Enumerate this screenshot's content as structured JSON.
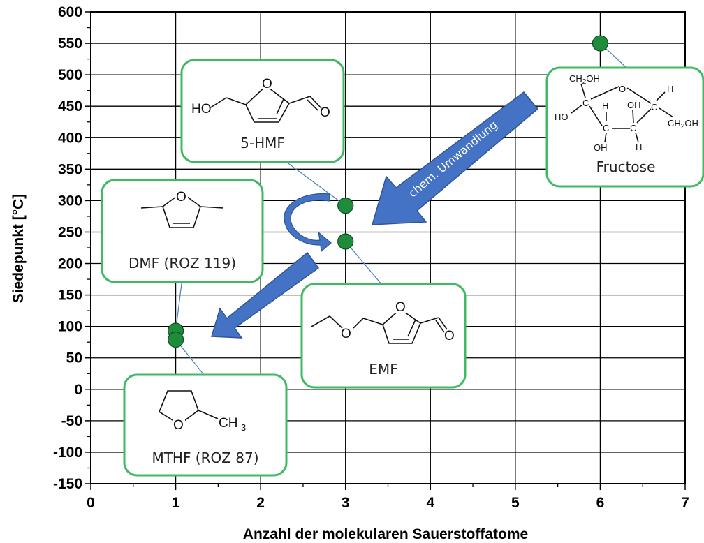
{
  "chart_data": {
    "type": "scatter",
    "xlabel": "Anzahl der molekularen Sauerstoffatome",
    "ylabel": "Siedepunkt [°C]",
    "xlim": [
      0,
      7
    ],
    "ylim": [
      -150,
      600
    ],
    "x_ticks": [
      0,
      1,
      2,
      3,
      4,
      5,
      6,
      7
    ],
    "y_ticks": [
      -150,
      -100,
      -50,
      0,
      50,
      100,
      150,
      200,
      250,
      300,
      350,
      400,
      450,
      500,
      550,
      600
    ],
    "grid": true,
    "marker_color": "#1e8c3a",
    "box_border_color": "#3fba62",
    "arrow_color": "#4472c4",
    "connector_color": "#4a7fc0",
    "points": [
      {
        "label": "Fructose",
        "x": 6,
        "y": 550
      },
      {
        "label": "5-HMF",
        "x": 3,
        "y": 292
      },
      {
        "label": "EMF",
        "x": 3,
        "y": 235
      },
      {
        "label": "DMF (ROZ 119)",
        "x": 1,
        "y": 93
      },
      {
        "label": "MTHF (ROZ 87)",
        "x": 1,
        "y": 79
      }
    ],
    "annotations": {
      "arrow_text": "chem. Umwandlung"
    },
    "structure_text": {
      "hmf_ho": "HO",
      "o": "O",
      "ch2oh": "CH",
      "oh": "OH",
      "h": "H",
      "c": "C",
      "ho": "HO",
      "ch3": "CH"
    }
  }
}
